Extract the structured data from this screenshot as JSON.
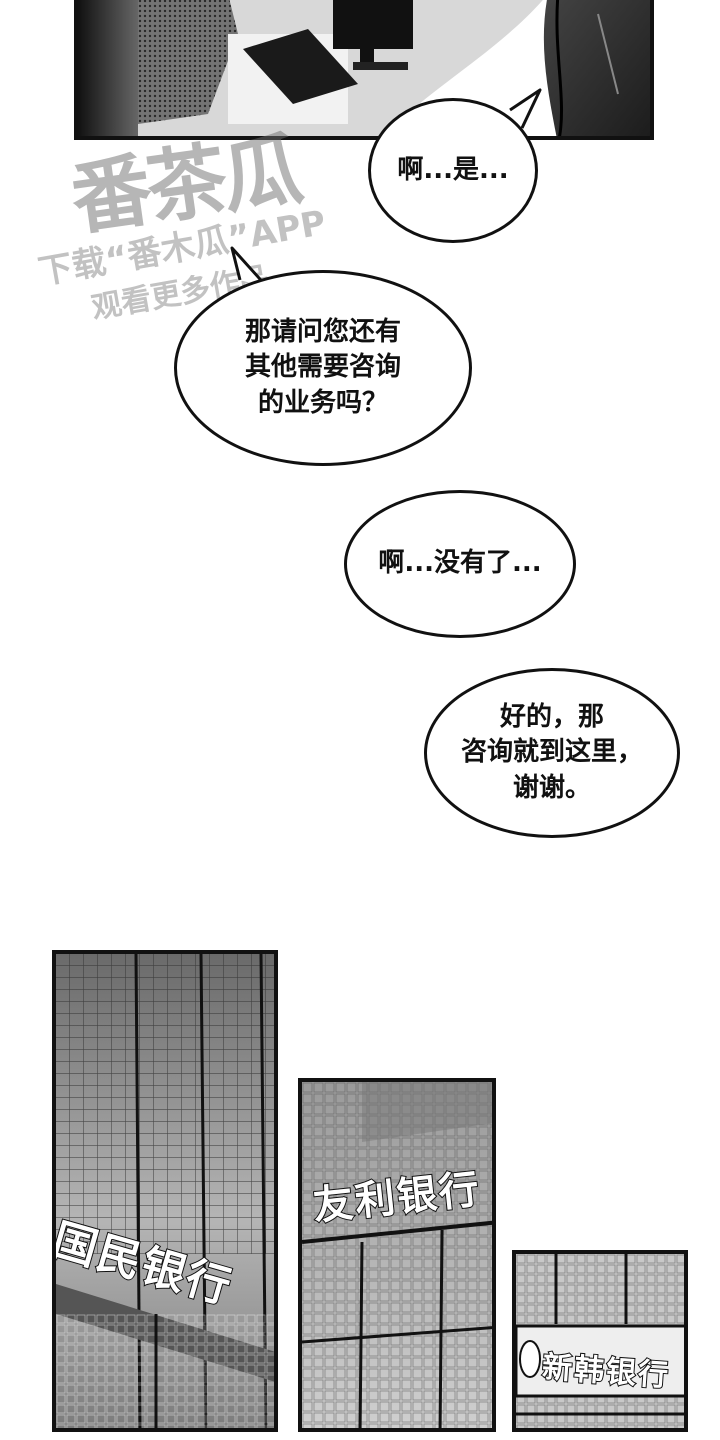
{
  "watermark": {
    "logo_text": "番茶瓜",
    "line1": "下载“番木瓜”APP",
    "line2": "观看更多作品"
  },
  "bubbles": [
    {
      "text": "啊...是..."
    },
    {
      "text": "那请问您还有\n其他需要咨询\n的业务吗？"
    },
    {
      "text": "啊...没有了..."
    },
    {
      "text": "好的，那\n咨询就到这里，\n谢谢。"
    }
  ],
  "signs": [
    {
      "text": "国民银行"
    },
    {
      "text": "友利银行"
    },
    {
      "text": "新韩银行"
    }
  ]
}
